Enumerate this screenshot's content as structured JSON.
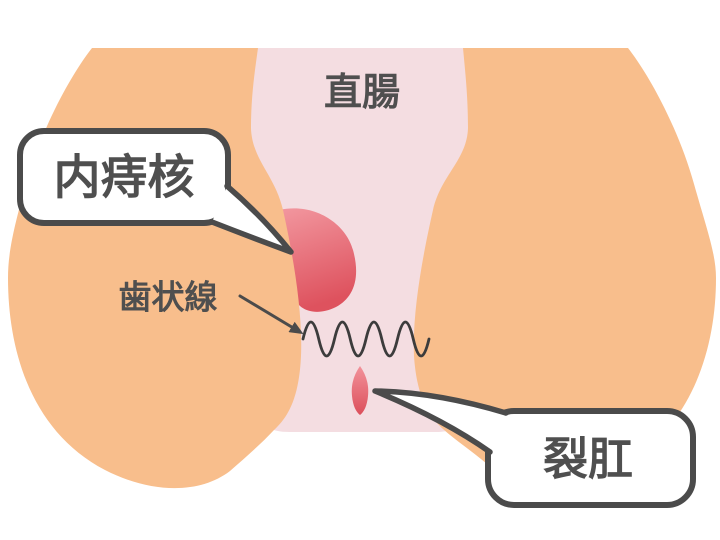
{
  "figure": {
    "rectum_label": "直腸",
    "internal_hemorrhoid_label": "内痔核",
    "dentate_line_label": "歯状線",
    "anal_fissure_label": "裂肛"
  },
  "colors": {
    "skin": "#F8BE8C",
    "canal": "#F4DDE1",
    "hemorrhoid_top": "#F2979F",
    "hemorrhoid_bottom": "#DE525E",
    "fissure_top": "#F2929A",
    "fissure_bottom": "#DC4F5B",
    "outline": "#4B4B4B",
    "wave": "#3C3C3C",
    "bubble_fill": "#FFFFFF",
    "label_text": "#4F4F4F"
  }
}
